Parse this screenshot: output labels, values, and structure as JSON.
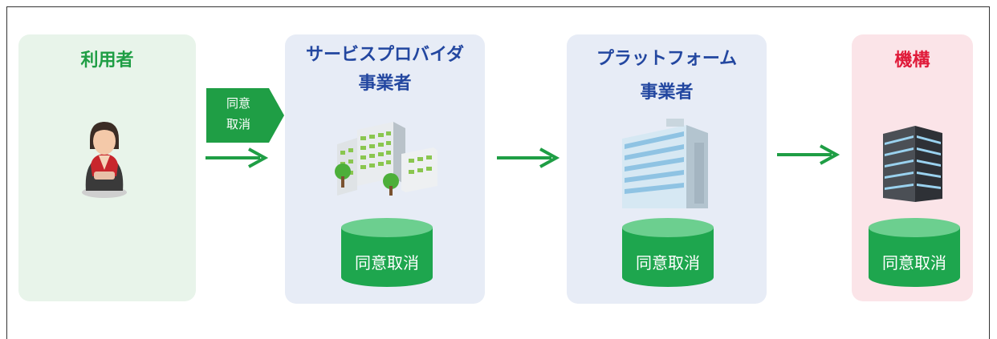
{
  "panels": {
    "user": {
      "title": "利用者"
    },
    "service_provider": {
      "title_line1": "サービスプロバイダ",
      "title_line2": "事業者",
      "db_label": "同意取消"
    },
    "platform": {
      "title_line1": "プラットフォーム",
      "title_line2": "事業者",
      "db_label": "同意取消"
    },
    "organization": {
      "title": "機構",
      "db_label": "同意取消"
    }
  },
  "action_badge": {
    "line1": "同意",
    "line2": "取消"
  },
  "colors": {
    "green": "#1f9e45",
    "blue": "#2347a0",
    "red": "#e01b3a",
    "db_green": "#1ea64e"
  },
  "icons": [
    "person-icon",
    "office-building-icon",
    "tower-building-icon",
    "data-center-icon",
    "database-icon",
    "arrow-right-icon"
  ]
}
